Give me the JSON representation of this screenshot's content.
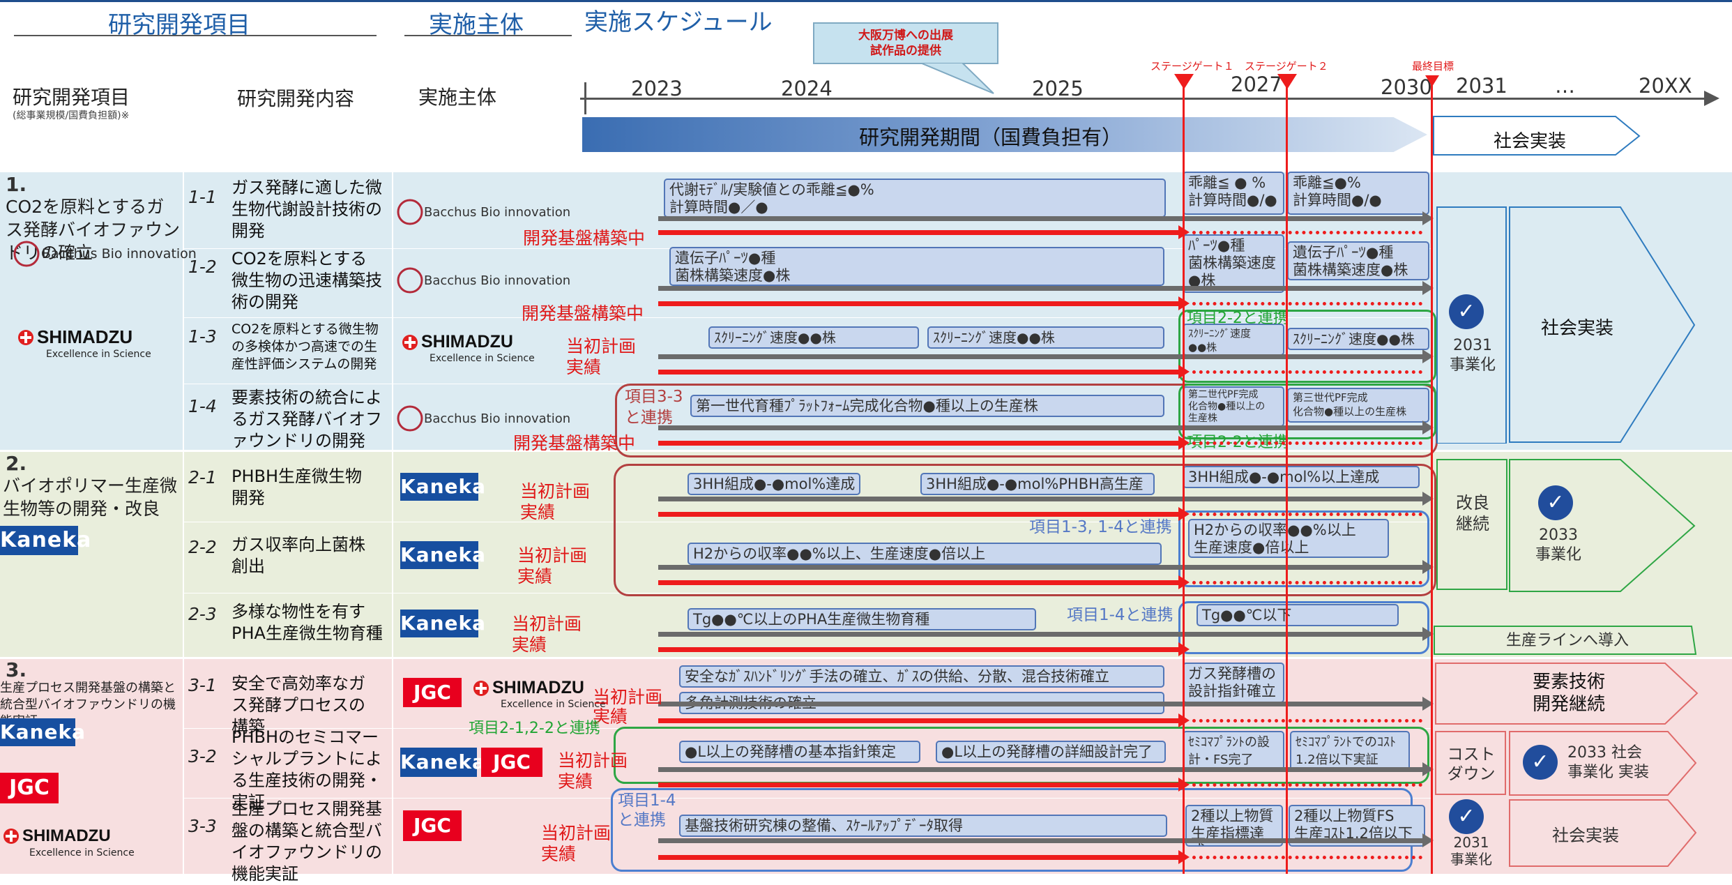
{
  "header": {
    "col1": "研究開発項目",
    "col2": "実施主体",
    "col3": "実施スケジュール",
    "sub_item": "研究開発項目",
    "sub_item_note": "(総事業規模/国費負担額)※",
    "sub_content": "研究開発内容",
    "sub_entity": "実施主体"
  },
  "callout": "大阪万博への出展\n試作品の提供",
  "gates": {
    "g1": "ステージゲート１",
    "g2": "ステージゲート２",
    "final": "最終目標"
  },
  "timeline": {
    "years": [
      "2023",
      "2024",
      "2025",
      "2027",
      "2030",
      "2031",
      "…",
      "20XX"
    ],
    "period_label": "研究開発期間（国費負担有）",
    "social_label": "社会実装"
  },
  "logos": {
    "bacchus": "Bacchus Bio innovation",
    "shimadzu": "SHIMADZU",
    "shimadzu_tag": "Excellence in Science",
    "kaneka": "Kaneka",
    "jgc": "JGC"
  },
  "sections": [
    {
      "num": "1.",
      "title": "CO2を原料とするガス発酵バイオファウンドリの確立"
    },
    {
      "num": "2.",
      "title": "バイオポリマー生産微生物等の開発・改良"
    },
    {
      "num": "3.",
      "title": "生産プロセス開発基盤の構築と統合型バイオファウンドリの機能実証"
    }
  ],
  "rows": [
    {
      "id": "1-1",
      "text": "ガス発酵に適した微生物代謝設計技術の開発",
      "status": "開発基盤構築中",
      "box1": "代謝ﾓﾃﾞﾙ/実験値との乖離≦●%\n計算時間●／●",
      "box2": "乖離≦ ● %\n計算時間●/●",
      "box3": "乖離≦●%\n計算時間●/●"
    },
    {
      "id": "1-2",
      "text": "CO2を原料とする微生物の迅速構築技術の開発",
      "status": "開発基盤構築中",
      "box1": "遺伝子ﾊﾟｰﾂ●種\n菌株構築速度●株",
      "box2": "ﾊﾟｰﾂ●種\n菌株構築速度\n●株",
      "box3": "遺伝子ﾊﾟｰﾂ●種\n菌株構築速度●株"
    },
    {
      "id": "1-3",
      "text": "CO2を原料とする微生物の多検体かつ高速での生産性評価システムの開発",
      "status": "当初計画\n実績",
      "box1": "ｽｸﾘｰﾆﾝｸﾞ速度●●株",
      "box1b": "ｽｸﾘｰﾆﾝｸﾞ速度●●株",
      "box2": "ｽｸﾘｰﾆﾝｸﾞ速度\n●●株",
      "box3": "ｽｸﾘｰﾆﾝｸﾞ速度●●株",
      "link": "項目2-2と連携"
    },
    {
      "id": "1-4",
      "text": "要素技術の統合によるガス発酵バイオファウンドリの開発",
      "status": "開発基盤構築中",
      "box1": "第一世代育種ﾌﾟﾗｯﾄﾌｫｰﾑ完成化合物●種以上の生産株",
      "box2": "第二世代PF完成\n化合物●種以上の\n生産株",
      "box3": "第三世代PF完成\n化合物●種以上の生産株",
      "link": "項目3-3\nと連携",
      "link2": "項目2-2と連携"
    },
    {
      "id": "2-1",
      "text": "PHBH生産微生物開発",
      "status": "当初計画\n実績",
      "box1": "3HH組成●-●mol%達成",
      "box1b": "3HH組成●-●mol%PHBH高生産",
      "box2": "3HH組成●-●mol%以上達成"
    },
    {
      "id": "2-2",
      "text": "ガス収率向上菌株創出",
      "status": "当初計画\n実績",
      "box1": "H2からの収率●●%以上、生産速度●倍以上",
      "box2": "H2からの収率●●%以上\n生産速度●倍以上",
      "link": "項目1-3, 1-4と連携"
    },
    {
      "id": "2-3",
      "text": "多様な物性を有すPHA生産微生物育種",
      "status": "当初計画\n実績",
      "box1": "Tg●●℃以上のPHA生産微生物育種",
      "box2": "Tg●●℃以下",
      "link": "項目1-4と連携"
    },
    {
      "id": "3-1",
      "text": "安全で高効率なガス発酵プロセスの構築",
      "status": "当初計画\n実績",
      "box1": "安全なｶﾞｽﾊﾝﾄﾞﾘﾝｸﾞ手法の確立、ｶﾞｽの供給、分散、混合技術確立",
      "box1b": "多角計測技術の確立",
      "box2": "ガス発酵槽の\n設計指針確立"
    },
    {
      "id": "3-2",
      "text": "PHBHのセミコマーシャルプラントによる生産技術の開発・実証",
      "status": "当初計画\n実績",
      "box1": "●L以上の発酵槽の基本指針策定",
      "box1b": "●L以上の発酵槽の詳細設計完了",
      "box2": "ｾﾐｺﾏﾌﾟﾗﾝﾄの設\n計・FS完了",
      "box3": "ｾﾐｺﾏﾌﾟﾗﾝﾄでのｺｽﾄ\n1.2倍以下実証",
      "link": "項目2-1,2-2と連携"
    },
    {
      "id": "3-3",
      "text": "生産プロセス開発基盤の構築と統合型バイオファウンドリの機能実証",
      "status": "当初計画\n実績",
      "box1": "基盤技術研究棟の整備、ｽｹｰﾙｱｯﾌﾟﾃﾞｰﾀ取得",
      "box2": "2種以上物質\n生産指標達成",
      "box3": "2種以上物質FS\n生産ｺｽﾄ1.2倍以下",
      "link": "項目1-4\nと連携"
    }
  ],
  "outcomes": {
    "s1_year": "2031\n事業化",
    "s1_label": "社会実装",
    "s2_a": "改良\n継続",
    "s2_year": "2033\n事業化",
    "s2_b": "生産ラインへ導入",
    "s3_a": "要素技術\n開発継続",
    "s3_b": "コスト\nダウン",
    "s3_c": "2033 社会\n事業化 実装",
    "s3_year": "2031\n事業化",
    "s3_d": "社会実装"
  },
  "colors": {
    "blue": "#1f5fa8",
    "red": "#ee1c1c",
    "green": "#22a535",
    "gray": "#6b6b6b",
    "band1": "#dcebf2",
    "band2": "#e9eedc",
    "band3": "#f7dfe0"
  }
}
